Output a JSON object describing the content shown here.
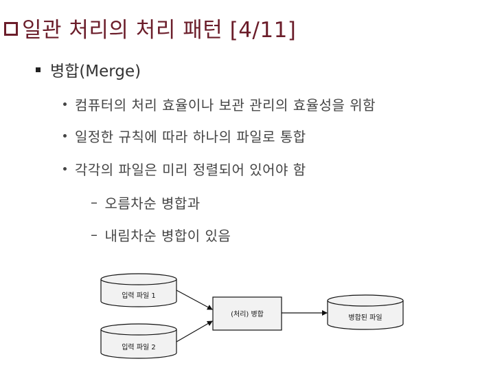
{
  "slide": {
    "title": "일관 처리의 처리 패턴 [4/11]",
    "heading": "병합(Merge)",
    "bullets": [
      "컴퓨터의 처리 효율이나 보관 관리의 효율성을 위함",
      "일정한 규칙에 따라 하나의 파일로 통합",
      "각각의 파일은 미리 정렬되어 있어야 함"
    ],
    "sub_bullets": [
      "오름차순 병합과",
      "내림차순 병합이 있음"
    ],
    "dash_symbol": "–"
  },
  "diagram": {
    "input_file_1": "입력 파일 1",
    "input_file_2": "입력 파일 2",
    "process": "(처리) 병합",
    "output_file": "병합된 파일"
  },
  "colors": {
    "title": "#6b1d2a",
    "body_text": "#444444"
  }
}
